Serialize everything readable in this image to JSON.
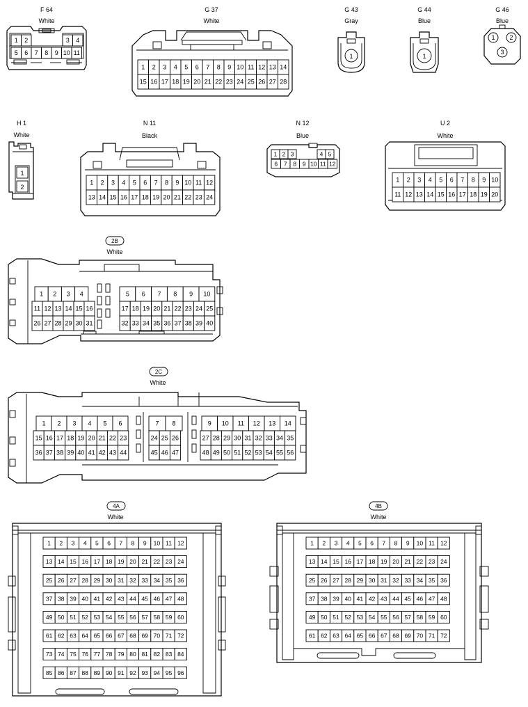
{
  "connectors": [
    {
      "code": "F 64",
      "color": "White",
      "layout": "f64",
      "pins": [
        1,
        2,
        3,
        4,
        5,
        6,
        7,
        8,
        9,
        10,
        11
      ]
    },
    {
      "code": "G 37",
      "color": "White",
      "layout": "grid",
      "rows": [
        [
          1,
          2,
          3,
          4,
          5,
          6,
          7,
          8,
          9,
          10,
          11,
          12,
          13,
          14
        ],
        [
          15,
          16,
          17,
          18,
          19,
          20,
          21,
          22,
          23,
          24,
          25,
          26,
          27,
          28
        ]
      ]
    },
    {
      "code": "G 43",
      "color": "Gray",
      "layout": "round",
      "pins": [
        1
      ]
    },
    {
      "code": "G 44",
      "color": "Blue",
      "layout": "round",
      "pins": [
        1
      ]
    },
    {
      "code": "G 46",
      "color": "Blue",
      "layout": "tri",
      "pins": [
        1,
        2,
        3
      ]
    },
    {
      "code": "H 1",
      "color": "White",
      "layout": "h1",
      "pins": [
        1,
        2
      ]
    },
    {
      "code": "N 11",
      "color": "Black",
      "layout": "grid",
      "rows": [
        [
          1,
          2,
          3,
          4,
          5,
          6,
          7,
          8,
          9,
          10,
          11,
          12
        ],
        [
          13,
          14,
          15,
          16,
          17,
          18,
          19,
          20,
          21,
          22,
          23,
          24
        ]
      ]
    },
    {
      "code": "N 12",
      "color": "Blue",
      "layout": "n12",
      "rows": [
        [
          1,
          2,
          3,
          4,
          5
        ],
        [
          6,
          7,
          8,
          9,
          10,
          11,
          12
        ]
      ]
    },
    {
      "code": "U 2",
      "color": "White",
      "layout": "grid",
      "rows": [
        [
          1,
          2,
          3,
          4,
          5,
          6,
          7,
          8,
          9,
          10
        ],
        [
          11,
          12,
          13,
          14,
          15,
          16,
          17,
          18,
          19,
          20
        ]
      ]
    },
    {
      "code": "2B",
      "color": "White",
      "layout": "junction",
      "rows": [
        [
          1,
          2,
          3,
          4,
          5,
          6,
          7,
          8,
          9,
          10
        ],
        [
          11,
          12,
          13,
          14,
          15,
          16,
          17,
          18,
          19,
          20,
          21,
          22,
          23,
          24,
          25
        ],
        [
          26,
          27,
          28,
          29,
          30,
          31,
          32,
          33,
          34,
          35,
          36,
          37,
          38,
          39,
          40
        ]
      ]
    },
    {
      "code": "2C",
      "color": "White",
      "layout": "junction",
      "rows": [
        [
          1,
          2,
          3,
          4,
          5,
          6,
          7,
          8,
          9,
          10,
          11,
          12,
          13,
          14
        ],
        [
          15,
          16,
          17,
          18,
          19,
          20,
          21,
          22,
          23,
          24,
          25,
          26,
          27,
          28,
          29,
          30,
          31,
          32,
          33,
          34,
          35
        ],
        [
          36,
          37,
          38,
          39,
          40,
          41,
          42,
          43,
          44,
          45,
          46,
          47,
          48,
          49,
          50,
          51,
          52,
          53,
          54,
          55,
          56
        ]
      ]
    },
    {
      "code": "4A",
      "color": "White",
      "layout": "block",
      "count": 96
    },
    {
      "code": "4B",
      "color": "White",
      "layout": "block",
      "count": 72
    }
  ]
}
